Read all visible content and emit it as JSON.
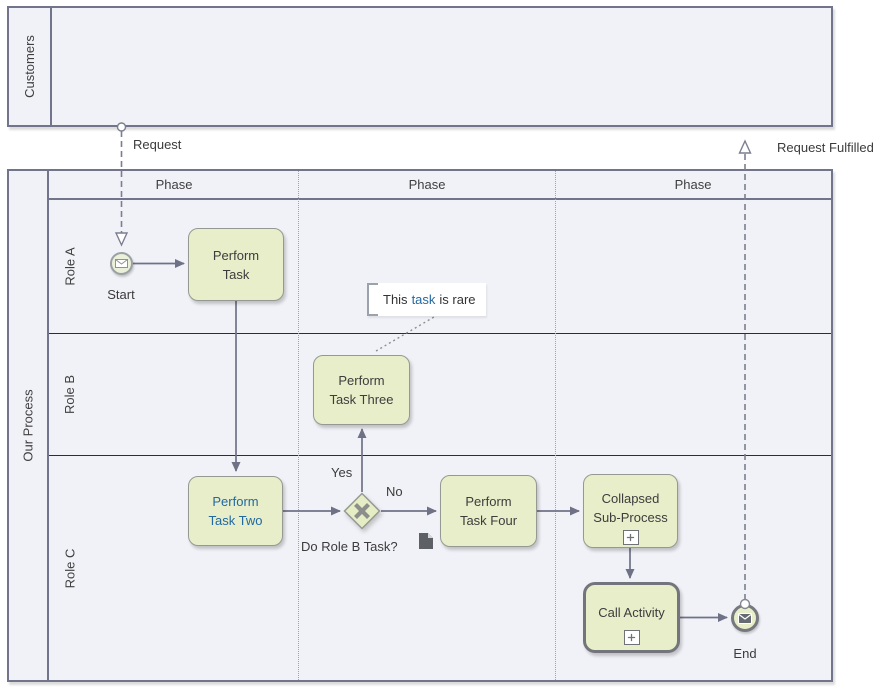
{
  "pools": {
    "customers": {
      "name": "Customers"
    },
    "our_process": {
      "name": "Our Process",
      "phases": [
        {
          "label": "Phase"
        },
        {
          "label": "Phase"
        },
        {
          "label": "Phase"
        }
      ],
      "lanes": [
        {
          "label": "Role A"
        },
        {
          "label": "Role B"
        },
        {
          "label": "Role C"
        }
      ]
    }
  },
  "nodes": {
    "start": {
      "label": "Start",
      "icon": "message-envelope-icon"
    },
    "perform_task": {
      "label": "Perform Task",
      "lines": [
        "Perform",
        "Task"
      ]
    },
    "perform_task_two": {
      "label": "Perform Task Two",
      "lines": [
        "Perform",
        "Task Two"
      ],
      "text_color": "#2269a2"
    },
    "perform_task_three": {
      "label": "Perform Task Three",
      "lines": [
        "Perform",
        "Task Three"
      ]
    },
    "perform_task_four": {
      "label": "Perform Task Four",
      "lines": [
        "Perform",
        "Task Four"
      ]
    },
    "collapsed_subprocess": {
      "label": "Collapsed Sub-Process",
      "lines": [
        "Collapsed",
        "Sub-Process"
      ],
      "marker": "plus-icon"
    },
    "call_activity": {
      "label": "Call Activity",
      "lines": [
        "Call Activity"
      ],
      "marker": "plus-icon"
    },
    "gateway": {
      "label": "Do Role B Task?",
      "marker": "x-marker-icon",
      "artifact": "document-icon"
    },
    "end": {
      "label": "End",
      "icon": "filled-message-envelope-icon"
    }
  },
  "flows": {
    "request": {
      "label": "Request"
    },
    "request_fulfilled": {
      "label": "Request Fulfilled"
    },
    "yes": {
      "label": "Yes"
    },
    "no": {
      "label": "No"
    }
  },
  "annotation": {
    "prefix": "This",
    "link": "task",
    "suffix": "is rare"
  },
  "colors": {
    "pool_fill": "#f1f2f7",
    "pool_border": "#71748b",
    "shape_fill": "#e7eec9",
    "shape_border": "#949a93",
    "thick_border": "#72767c",
    "lane_divider": "#2e2e2e",
    "flow_line": "#6f7287",
    "message_line": "#7b7e8f",
    "link_blue": "#2269a2"
  }
}
